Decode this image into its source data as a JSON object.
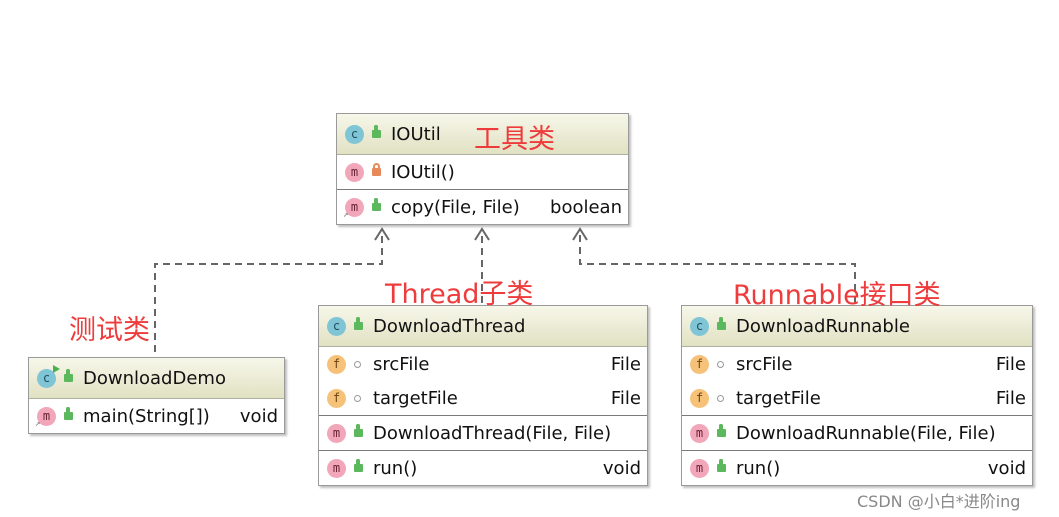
{
  "classes": {
    "ioutil": {
      "name": "IOUtil",
      "sections": [
        [
          {
            "badge": "m",
            "visibility": "private",
            "name": "IOUtil()",
            "type": ""
          }
        ],
        [
          {
            "badge": "m",
            "visibility": "public",
            "name": "copy(File, File)",
            "type": "boolean"
          }
        ]
      ]
    },
    "demo": {
      "name": "DownloadDemo",
      "sections": [
        [
          {
            "badge": "m",
            "visibility": "public",
            "name": "main(String[])",
            "type": "void"
          }
        ]
      ]
    },
    "thread": {
      "name": "DownloadThread",
      "sections": [
        [
          {
            "badge": "f",
            "visibility": "package",
            "name": "srcFile",
            "type": "File"
          },
          {
            "badge": "f",
            "visibility": "package",
            "name": "targetFile",
            "type": "File"
          }
        ],
        [
          {
            "badge": "m",
            "visibility": "public",
            "name": "DownloadThread(File, File)",
            "type": ""
          }
        ],
        [
          {
            "badge": "m",
            "visibility": "public",
            "name": "run()",
            "type": "void"
          }
        ]
      ]
    },
    "runnable": {
      "name": "DownloadRunnable",
      "sections": [
        [
          {
            "badge": "f",
            "visibility": "package",
            "name": "srcFile",
            "type": "File"
          },
          {
            "badge": "f",
            "visibility": "package",
            "name": "targetFile",
            "type": "File"
          }
        ],
        [
          {
            "badge": "m",
            "visibility": "public",
            "name": "DownloadRunnable(File, File)",
            "type": ""
          }
        ],
        [
          {
            "badge": "m",
            "visibility": "public",
            "name": "run()",
            "type": "void"
          }
        ]
      ]
    }
  },
  "annotations": {
    "tool_class": "工具类",
    "test_class": "测试类",
    "thread_subclass": "Thread子类",
    "runnable_impl": "Runnable接口类"
  },
  "watermark": "CSDN @小白*进阶ing",
  "colors": {
    "annotation": "#ee3b3b",
    "dependency_line": "#666666",
    "header_top": "#f7f7ea",
    "header_bottom": "#e1e1c3"
  }
}
